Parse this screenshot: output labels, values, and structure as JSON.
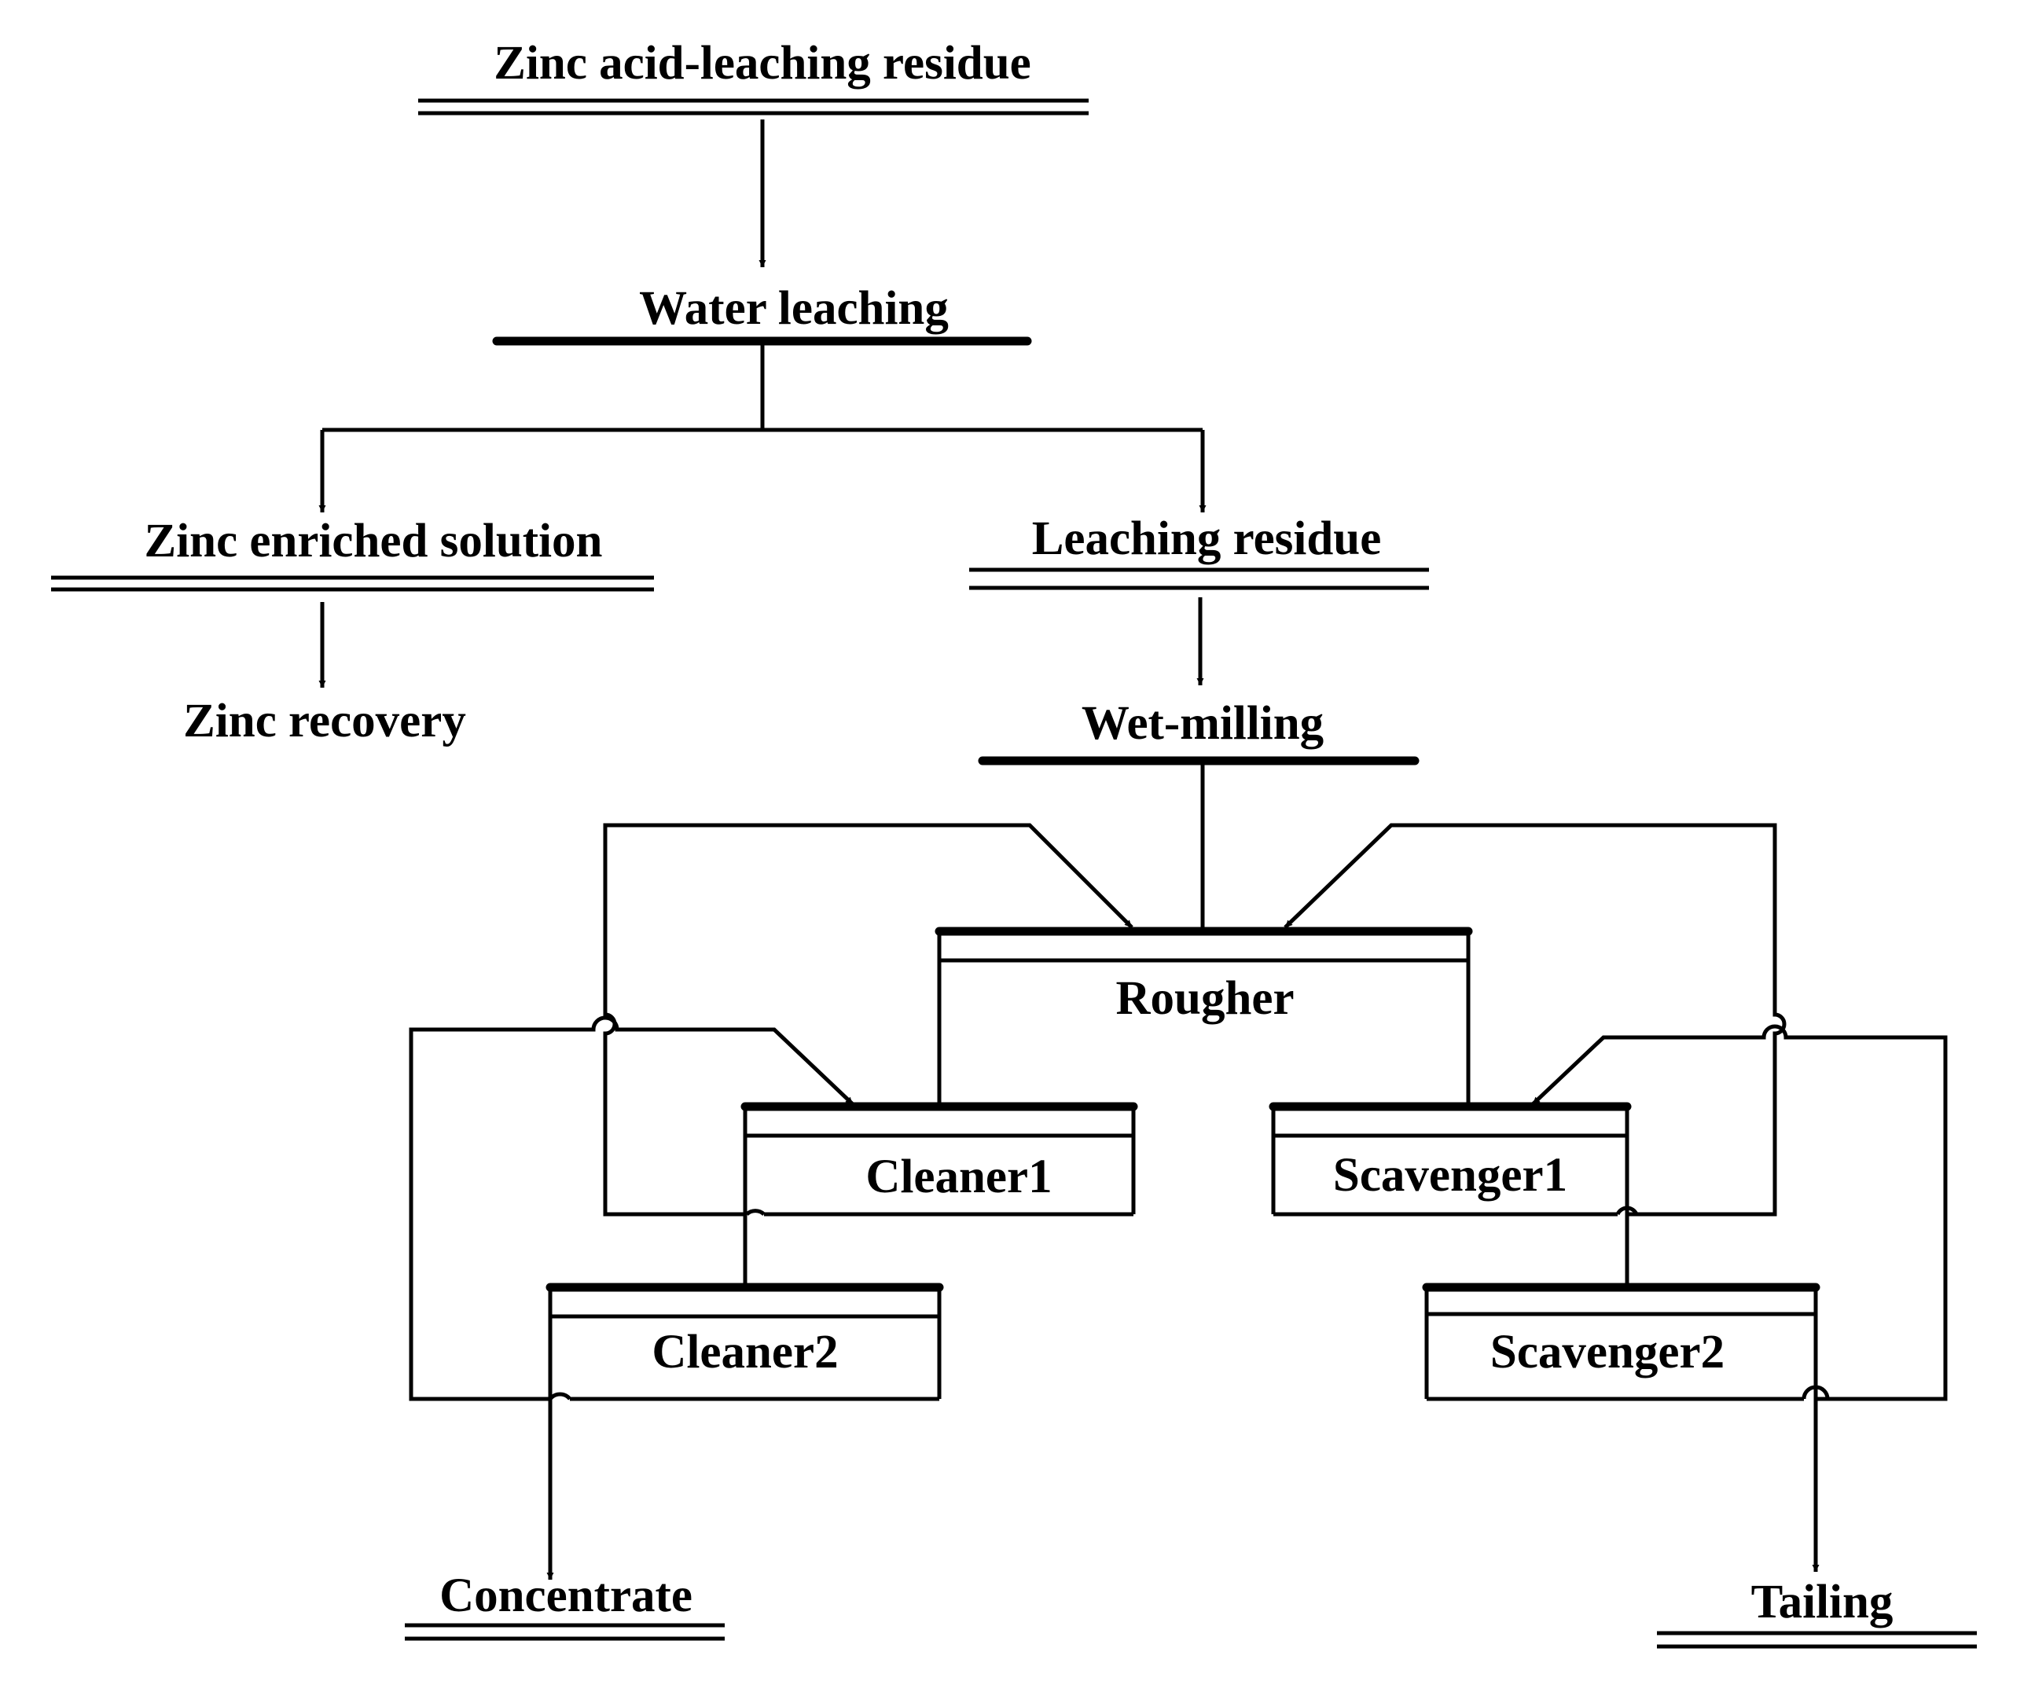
{
  "nodes": {
    "feed": "Zinc acid-leaching residue",
    "water_leaching": "Water leaching",
    "zinc_solution": "Zinc enriched solution",
    "zinc_recovery": "Zinc recovery",
    "leaching_residue": "Leaching residue",
    "wet_milling": "Wet-milling",
    "rougher": "Rougher",
    "cleaner1": "Cleaner1",
    "cleaner2": "Cleaner2",
    "scavenger1": "Scavenger1",
    "scavenger2": "Scavenger2",
    "concentrate": "Concentrate",
    "tailing": "Tailing"
  },
  "colors": {
    "ink": "#000000",
    "background": "#ffffff"
  }
}
